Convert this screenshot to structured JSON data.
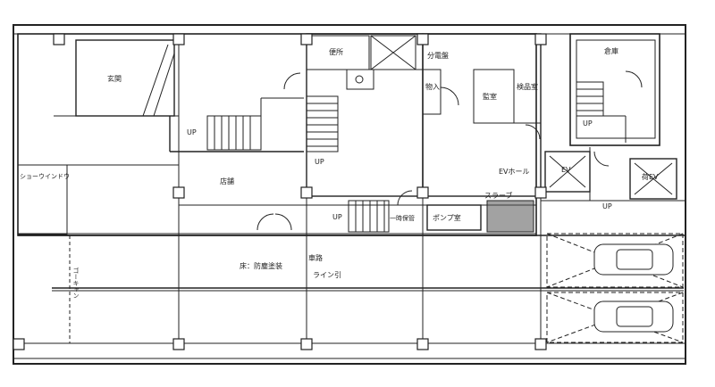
{
  "rooms": {
    "entrance": "玄関",
    "toilet": "便所",
    "distribution_board": "分電盤",
    "storage_small": "物入",
    "guard_room": "監室",
    "inspection_room": "検品室",
    "warehouse": "倉庫",
    "store": "店舗",
    "ev_hall": "EVホール",
    "slope": "スラーブ",
    "pump_room": "ポンプ室",
    "showcase": "ショーウインドウ",
    "elevator": "EV",
    "freight_lift": "荷EV",
    "stair_storage": "一時保管"
  },
  "stairs": {
    "up_1": "UP",
    "up_2": "UP",
    "up_3": "UP",
    "up_4": "UP",
    "up_5": "UP"
  },
  "road": {
    "floor_finish": "床：防塵塗装",
    "lane": "車路",
    "line": "ライン引",
    "side_label": "ゴーキャン"
  }
}
